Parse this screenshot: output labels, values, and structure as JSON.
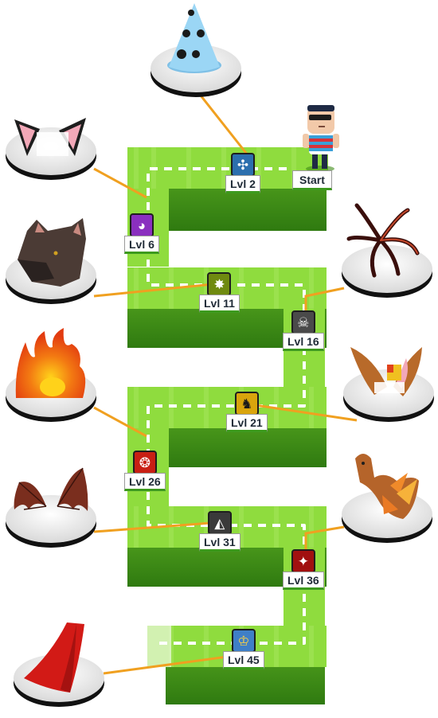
{
  "start": {
    "label": "Start"
  },
  "levels": [
    {
      "label": "Lvl 2",
      "icon": "turtle-icon",
      "glyph": "✣",
      "color": "#2c6fae"
    },
    {
      "label": "Lvl 6",
      "icon": "cat-face-icon",
      "glyph": "◕",
      "color": "#8a2fbf"
    },
    {
      "label": "Lvl 11",
      "icon": "dash-burst-icon",
      "glyph": "✸",
      "color": "#6f8a10"
    },
    {
      "label": "Lvl 16",
      "icon": "skulls-icon",
      "glyph": "☠",
      "color": "#4a4a4a"
    },
    {
      "label": "Lvl 21",
      "icon": "unicorn-icon",
      "glyph": "♞",
      "color": "#d9a40c"
    },
    {
      "label": "Lvl 26",
      "icon": "fire-ghost-icon",
      "glyph": "❂",
      "color": "#c81f14"
    },
    {
      "label": "Lvl 31",
      "icon": "bat-wing-icon",
      "glyph": "◭",
      "color": "#3a3a3a"
    },
    {
      "label": "Lvl 36",
      "icon": "dragon-icon",
      "glyph": "✦",
      "color": "#a11010"
    },
    {
      "label": "Lvl 45",
      "icon": "lion-shield-icon",
      "glyph": "♔",
      "color": "#3f7fc7"
    }
  ],
  "rewards": [
    "party-hat-reward",
    "cat-ears-reward",
    "wolf-head-reward",
    "spider-legs-reward",
    "fire-aura-reward",
    "fox-ears-reward",
    "bat-wings-reward",
    "dragon-pet-reward",
    "red-cape-reward"
  ],
  "colors": {
    "grass_light": "#9be048",
    "grass_mid": "#7ccf32",
    "grass_side": "#58a821",
    "grass_dark": "#3f8c17",
    "connector": "#f0a020",
    "label_underline": "#3d9a1e"
  }
}
